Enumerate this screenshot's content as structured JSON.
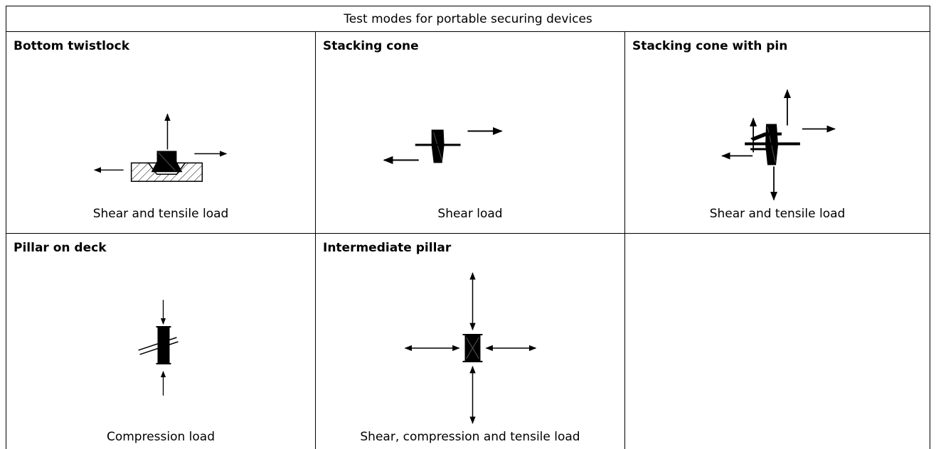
{
  "table": {
    "header": "Test modes for portable securing devices",
    "cells": [
      {
        "title": "Bottom twistlock",
        "caption": "Shear and tensile load",
        "icon": "bottom-twistlock-diagram"
      },
      {
        "title": "Stacking cone",
        "caption": "Shear load",
        "icon": "stacking-cone-diagram"
      },
      {
        "title": "Stacking cone with pin",
        "caption": "Shear and tensile load",
        "icon": "stacking-cone-with-pin-diagram"
      },
      {
        "title": "Pillar on deck",
        "caption": "Compression load",
        "icon": "pillar-on-deck-diagram"
      },
      {
        "title": "Intermediate pillar",
        "caption": "Shear, compression and tensile load",
        "icon": "intermediate-pillar-diagram"
      },
      {
        "title": "",
        "caption": "",
        "icon": ""
      }
    ]
  }
}
